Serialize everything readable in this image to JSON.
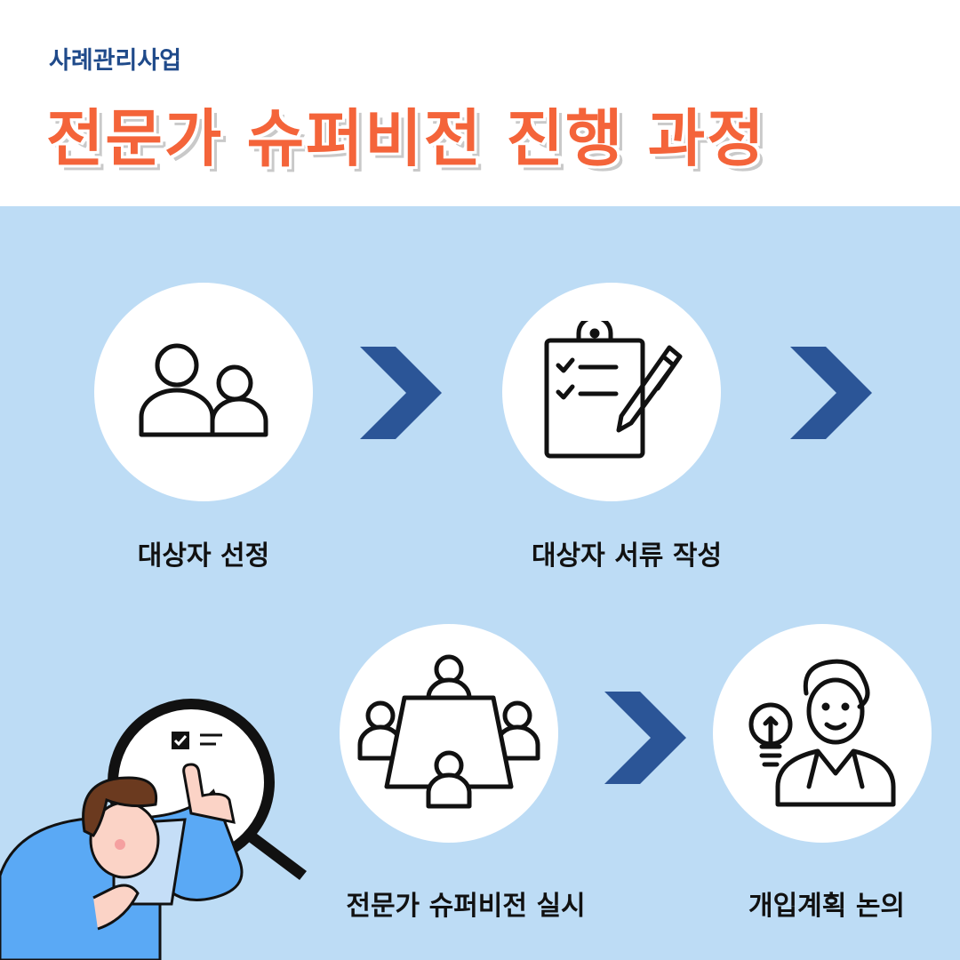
{
  "header": {
    "subtitle": "사례관리사업",
    "title": "전문가 슈퍼비전 진행 과정"
  },
  "steps": [
    {
      "label": "대상자 선정",
      "icon": "people-icon"
    },
    {
      "label": "대상자 서류 작성",
      "icon": "clipboard-checklist-icon"
    },
    {
      "label": "전문가 슈퍼비전 실시",
      "icon": "meeting-table-icon"
    },
    {
      "label": "개입계획 논의",
      "icon": "idea-person-icon"
    }
  ],
  "colors": {
    "accent": "#f4643a",
    "brand": "#1f4a8a",
    "background": "#bddcf5",
    "arrow": "#2b5597"
  }
}
